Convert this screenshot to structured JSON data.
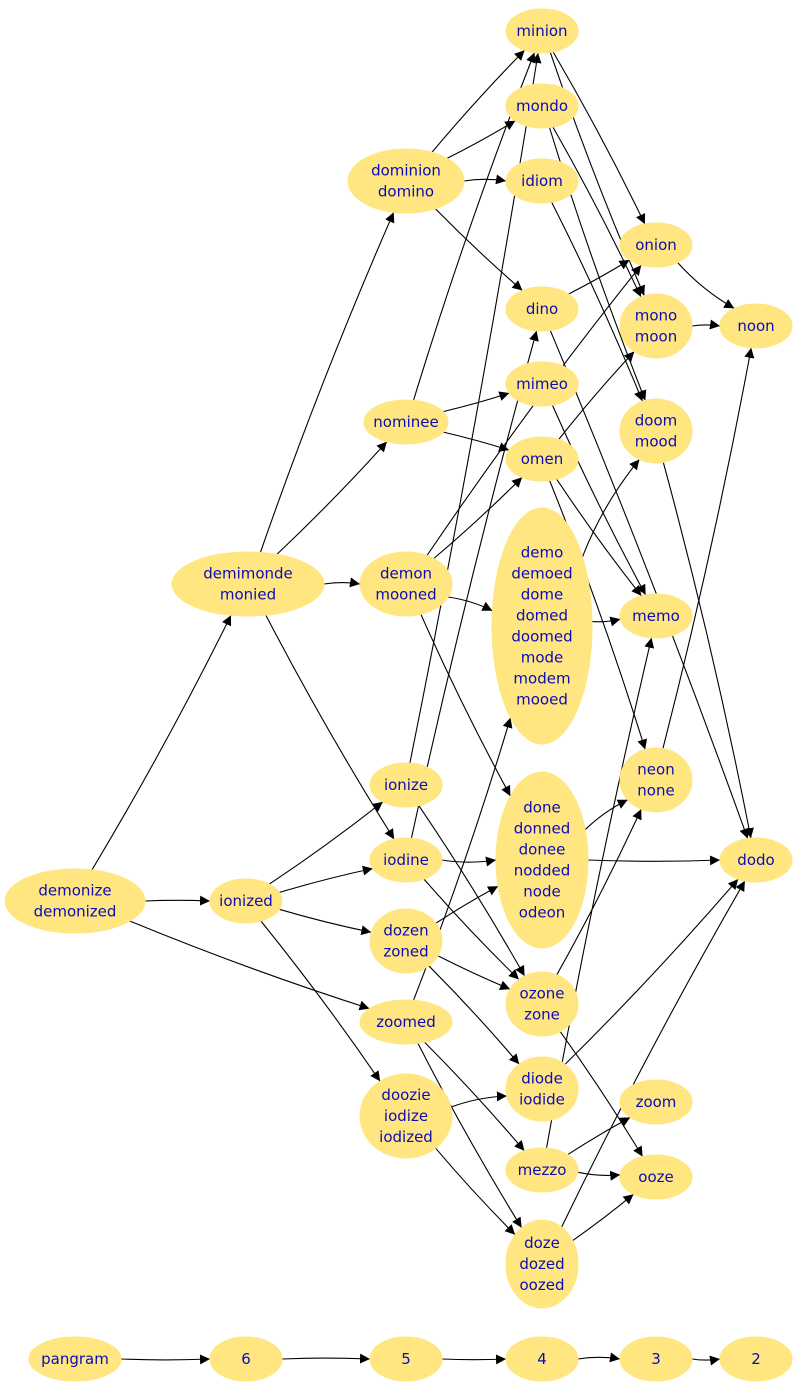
{
  "colors": {
    "node_fill": "#ffe680",
    "label_text": "#0b0bb8",
    "edge": "#000000",
    "background": "#ffffff"
  },
  "nodes": [
    {
      "id": "minion",
      "lines": [
        "minion"
      ]
    },
    {
      "id": "mondo",
      "lines": [
        "mondo"
      ]
    },
    {
      "id": "dominion",
      "lines": [
        "dominion",
        "domino"
      ]
    },
    {
      "id": "idiom",
      "lines": [
        "idiom"
      ]
    },
    {
      "id": "onion",
      "lines": [
        "onion"
      ]
    },
    {
      "id": "dino",
      "lines": [
        "dino"
      ]
    },
    {
      "id": "mono",
      "lines": [
        "mono",
        "moon"
      ]
    },
    {
      "id": "noon",
      "lines": [
        "noon"
      ]
    },
    {
      "id": "mimeo",
      "lines": [
        "mimeo"
      ]
    },
    {
      "id": "nominee",
      "lines": [
        "nominee"
      ]
    },
    {
      "id": "doom",
      "lines": [
        "doom",
        "mood"
      ]
    },
    {
      "id": "omen",
      "lines": [
        "omen"
      ]
    },
    {
      "id": "demimonde",
      "lines": [
        "demimonde",
        "monied"
      ]
    },
    {
      "id": "demon",
      "lines": [
        "demon",
        "mooned"
      ]
    },
    {
      "id": "demo",
      "lines": [
        "demo",
        "demoed",
        "dome",
        "domed",
        "doomed",
        "mode",
        "modem",
        "mooed"
      ]
    },
    {
      "id": "memo",
      "lines": [
        "memo"
      ]
    },
    {
      "id": "ionize",
      "lines": [
        "ionize"
      ]
    },
    {
      "id": "neon",
      "lines": [
        "neon",
        "none"
      ]
    },
    {
      "id": "iodine",
      "lines": [
        "iodine"
      ]
    },
    {
      "id": "done",
      "lines": [
        "done",
        "donned",
        "donee",
        "nodded",
        "node",
        "odeon"
      ]
    },
    {
      "id": "dodo",
      "lines": [
        "dodo"
      ]
    },
    {
      "id": "demonize",
      "lines": [
        "demonize",
        "demonized"
      ]
    },
    {
      "id": "ionized",
      "lines": [
        "ionized"
      ]
    },
    {
      "id": "dozen",
      "lines": [
        "dozen",
        "zoned"
      ]
    },
    {
      "id": "ozone",
      "lines": [
        "ozone",
        "zone"
      ]
    },
    {
      "id": "zoomed",
      "lines": [
        "zoomed"
      ]
    },
    {
      "id": "diode",
      "lines": [
        "diode",
        "iodide"
      ]
    },
    {
      "id": "doozie",
      "lines": [
        "doozie",
        "iodize",
        "iodized"
      ]
    },
    {
      "id": "zoom",
      "lines": [
        "zoom"
      ]
    },
    {
      "id": "mezzo",
      "lines": [
        "mezzo"
      ]
    },
    {
      "id": "ooze",
      "lines": [
        "ooze"
      ]
    },
    {
      "id": "doze",
      "lines": [
        "doze",
        "dozed",
        "oozed"
      ]
    },
    {
      "id": "pangram",
      "lines": [
        "pangram"
      ]
    },
    {
      "id": "n6",
      "lines": [
        "6"
      ]
    },
    {
      "id": "n5",
      "lines": [
        "5"
      ]
    },
    {
      "id": "n4",
      "lines": [
        "4"
      ]
    },
    {
      "id": "n3",
      "lines": [
        "3"
      ]
    },
    {
      "id": "n2",
      "lines": [
        "2"
      ]
    }
  ],
  "edges": [
    [
      "demonize",
      "demimonde"
    ],
    [
      "demonize",
      "ionized"
    ],
    [
      "demonize",
      "zoomed"
    ],
    [
      "demimonde",
      "dominion"
    ],
    [
      "demimonde",
      "nominee"
    ],
    [
      "demimonde",
      "demon"
    ],
    [
      "demimonde",
      "iodine"
    ],
    [
      "dominion",
      "minion"
    ],
    [
      "dominion",
      "mondo"
    ],
    [
      "dominion",
      "idiom"
    ],
    [
      "dominion",
      "dino"
    ],
    [
      "nominee",
      "minion"
    ],
    [
      "nominee",
      "mimeo"
    ],
    [
      "nominee",
      "omen"
    ],
    [
      "demon",
      "omen"
    ],
    [
      "demon",
      "demo"
    ],
    [
      "demon",
      "done"
    ],
    [
      "demon",
      "onion"
    ],
    [
      "ionized",
      "ionize"
    ],
    [
      "ionized",
      "iodine"
    ],
    [
      "ionized",
      "dozen"
    ],
    [
      "ionized",
      "doozie"
    ],
    [
      "ionize",
      "minion"
    ],
    [
      "ionize",
      "ozone"
    ],
    [
      "iodine",
      "done"
    ],
    [
      "iodine",
      "dino"
    ],
    [
      "iodine",
      "ozone"
    ],
    [
      "dozen",
      "done"
    ],
    [
      "dozen",
      "ozone"
    ],
    [
      "dozen",
      "diode"
    ],
    [
      "zoomed",
      "demo"
    ],
    [
      "zoomed",
      "mezzo"
    ],
    [
      "zoomed",
      "doze"
    ],
    [
      "doozie",
      "diode"
    ],
    [
      "doozie",
      "doze"
    ],
    [
      "minion",
      "onion"
    ],
    [
      "minion",
      "mono"
    ],
    [
      "mondo",
      "mono"
    ],
    [
      "mondo",
      "doom"
    ],
    [
      "idiom",
      "doom"
    ],
    [
      "dino",
      "onion"
    ],
    [
      "dino",
      "dodo"
    ],
    [
      "mimeo",
      "memo"
    ],
    [
      "omen",
      "mono"
    ],
    [
      "omen",
      "memo"
    ],
    [
      "omen",
      "neon"
    ],
    [
      "demo",
      "memo"
    ],
    [
      "demo",
      "doom"
    ],
    [
      "done",
      "dodo"
    ],
    [
      "done",
      "neon"
    ],
    [
      "ozone",
      "neon"
    ],
    [
      "ozone",
      "ooze"
    ],
    [
      "diode",
      "dodo"
    ],
    [
      "mezzo",
      "zoom"
    ],
    [
      "mezzo",
      "ooze"
    ],
    [
      "mezzo",
      "memo"
    ],
    [
      "doze",
      "ooze"
    ],
    [
      "doze",
      "dodo"
    ],
    [
      "onion",
      "noon"
    ],
    [
      "mono",
      "noon"
    ],
    [
      "neon",
      "noon"
    ],
    [
      "doom",
      "dodo"
    ],
    [
      "pangram",
      "n6"
    ],
    [
      "n6",
      "n5"
    ],
    [
      "n5",
      "n4"
    ],
    [
      "n4",
      "n3"
    ],
    [
      "n3",
      "n2"
    ]
  ]
}
